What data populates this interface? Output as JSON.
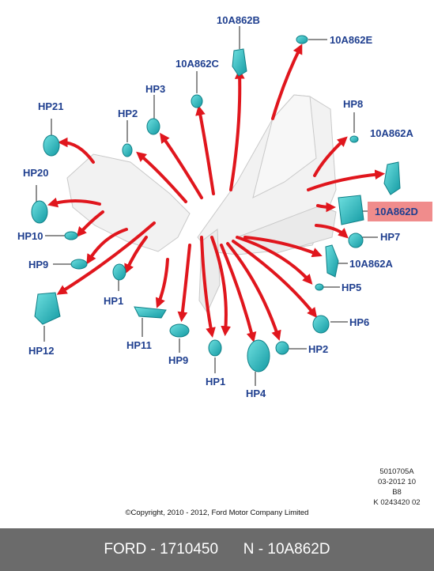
{
  "labels": {
    "hp21": "HP21",
    "hp20": "HP20",
    "hp10": "HP10",
    "hp9_left": "HP9",
    "hp12": "HP12",
    "hp1_left": "HP1",
    "hp11": "HP11",
    "hp9_bottom": "HP9",
    "hp1_bottom": "HP1",
    "hp4": "HP4",
    "hp2_bottom": "HP2",
    "hp6": "HP6",
    "hp5": "HP5",
    "ref_10a862a_lower": "10A862A",
    "hp7": "HP7",
    "ref_10a862d": "10A862D",
    "ref_10a862a_upper": "10A862A",
    "hp8": "HP8",
    "ref_10a862e": "10A862E",
    "ref_10a862b": "10A862B",
    "ref_10a862c": "10A862C",
    "hp3": "HP3",
    "hp2_top": "HP2"
  },
  "doc_info": {
    "line1": "5010705A",
    "line2": "03-2012 10",
    "line3": "B8",
    "line4": "K 0243420 02"
  },
  "copyright": "©Copyright, 2010 - 2012, Ford Motor Company Limited",
  "footer": {
    "brand_part": "FORD - 1710450",
    "ref_part": "N - 10A862D"
  },
  "colors": {
    "label": "#1f3f8f",
    "arrow": "#e0161d",
    "part": "#27b3b8",
    "highlight": "#f08c8c",
    "footer": "#6b6b6b"
  }
}
